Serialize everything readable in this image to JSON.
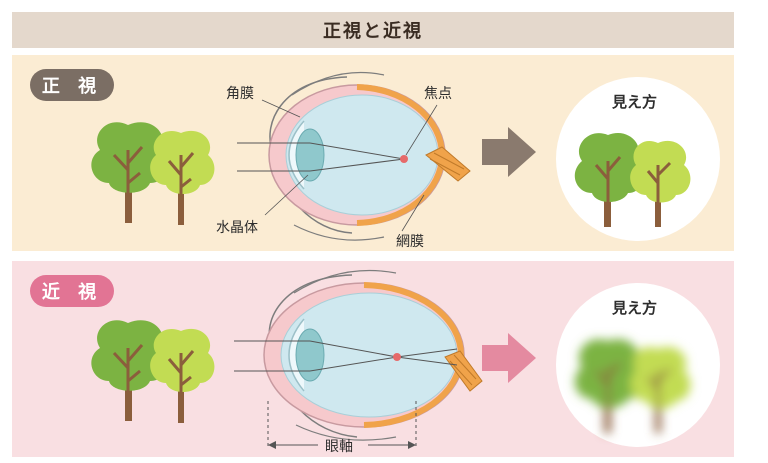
{
  "title": "正視と近視",
  "normal": {
    "tag": "正 視",
    "labels": {
      "cornea": "角膜",
      "focus": "焦点",
      "lens": "水晶体",
      "retina": "網膜"
    },
    "view_title": "見え方",
    "arrow_color": "#8a7a6e"
  },
  "myopia": {
    "tag": "近 視",
    "axial_length": "眼軸",
    "view_title": "見え方",
    "arrow_color": "#e48aa0"
  },
  "colors": {
    "header_bg": "#e4d8cc",
    "normal_bg": "#fbecd3",
    "myopia_bg": "#f9dfe2",
    "tree_dark": "#7cb342",
    "tree_light": "#c2dc53",
    "trunk": "#8b5e3c",
    "eye_fluid": "#cfe8ef",
    "lens": "#8fc8cc",
    "retina": "#f0a34a",
    "sclera": "#f6c9cc",
    "focus_dot": "#e66a6a"
  }
}
